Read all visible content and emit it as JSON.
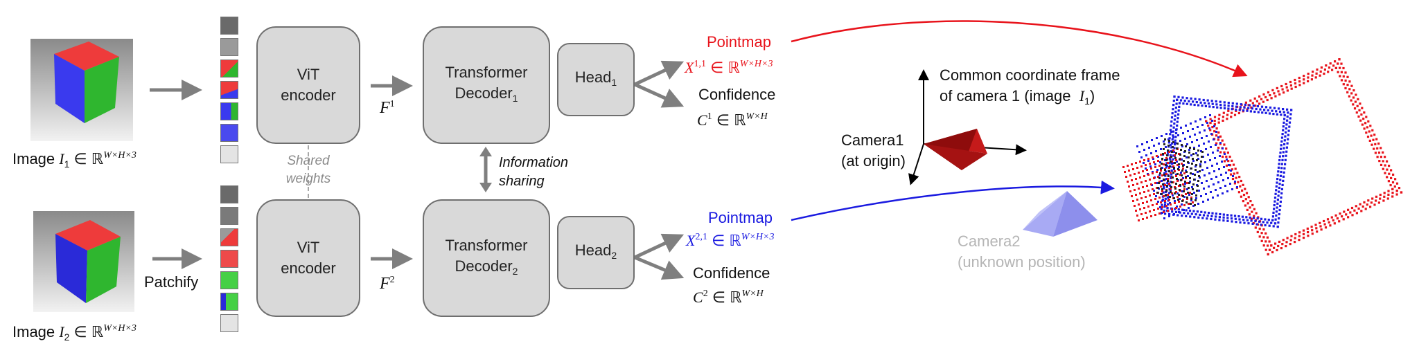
{
  "inputs": {
    "image1_prefix": "Image",
    "image1_var": "I",
    "image1_sub": "1",
    "image1_set": "∈ ℝ",
    "image1_sup": "W×H×3",
    "image2_prefix": "Image",
    "image2_var": "I",
    "image2_sub": "2",
    "image2_set": "∈ ℝ",
    "image2_sup": "W×H×3",
    "patchify_label": "Patchify"
  },
  "encoders": {
    "top_line1": "ViT",
    "top_line2": "encoder",
    "bottom_line1": "ViT",
    "bottom_line2": "encoder",
    "shared_line1": "Shared",
    "shared_line2": "weights",
    "feature1_var": "F",
    "feature1_sup": "1",
    "feature2_var": "F",
    "feature2_sup": "2"
  },
  "decoders": {
    "top_line1": "Transformer",
    "top_line2": "Decoder",
    "top_sub": "1",
    "bottom_line1": "Transformer",
    "bottom_line2": "Decoder",
    "bottom_sub": "2",
    "info_line1": "Information",
    "info_line2": "sharing"
  },
  "heads": {
    "head1_label": "Head",
    "head1_sub": "1",
    "head2_label": "Head",
    "head2_sub": "2"
  },
  "outputs": {
    "pointmap1_title": "Pointmap",
    "pointmap1_var": "X",
    "pointmap1_sup": "1,1",
    "pointmap1_set": "∈ ℝ",
    "pointmap1_dims": "W×H×3",
    "confidence1_title": "Confidence",
    "confidence1_var": "C",
    "confidence1_sup": "1",
    "confidence1_set": "∈ ℝ",
    "confidence1_dims": "W×H",
    "pointmap2_title": "Pointmap",
    "pointmap2_var": "X",
    "pointmap2_sup": "2,1",
    "pointmap2_set": "∈ ℝ",
    "pointmap2_dims": "W×H×3",
    "confidence2_title": "Confidence",
    "confidence2_var": "C",
    "confidence2_sup": "2",
    "confidence2_set": "∈ ℝ",
    "confidence2_dims": "W×H"
  },
  "scene": {
    "frame_line1": "Common coordinate frame",
    "frame_line2": "of camera 1 (image",
    "frame_var": "I",
    "frame_sub": "1",
    "frame_close": ")",
    "camera1_line1": "Camera1",
    "camera1_line2": "(at origin)",
    "camera2_line1": "Camera2",
    "camera2_line2": "(unknown position)"
  },
  "colors": {
    "pointmap1": "#e8131b",
    "pointmap2": "#1a1ae0",
    "camera1": "#b01010",
    "camera2": "#9a9cf0",
    "camera2_label": "#b5b5b5",
    "box_fill": "#d9d9d9",
    "arrow_gray": "#7f7f7f"
  }
}
